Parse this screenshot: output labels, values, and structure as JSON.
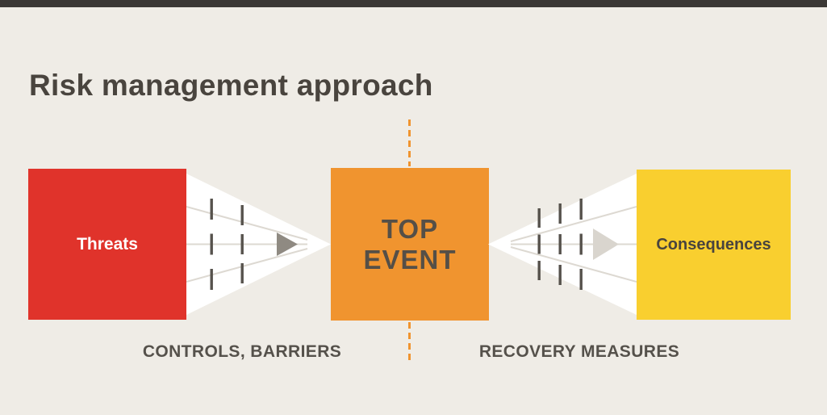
{
  "page": {
    "title": "Risk management approach"
  },
  "diagram": {
    "threats": {
      "label": "Threats",
      "color": "#e0332b"
    },
    "top_event": {
      "line1": "TOP",
      "line2": "EVENT",
      "color": "#f0942f"
    },
    "consequences": {
      "label": "Consequences",
      "color": "#f9cf2f"
    },
    "captions": {
      "left": "CONTROLS, BARRIERS",
      "right": "RECOVERY MEASURES"
    },
    "colors": {
      "background": "#efece6",
      "top_bar": "#3b3835",
      "title_text": "#49443e",
      "caption_text": "#55514b",
      "dashed_center_line": "#f0942f",
      "barrier_bar": "#56524c",
      "funnel_fill": "#ffffff"
    },
    "icons": {
      "left_funnel": "converging-arrow-with-barriers",
      "right_funnel": "diverging-arrow-with-barriers"
    }
  }
}
